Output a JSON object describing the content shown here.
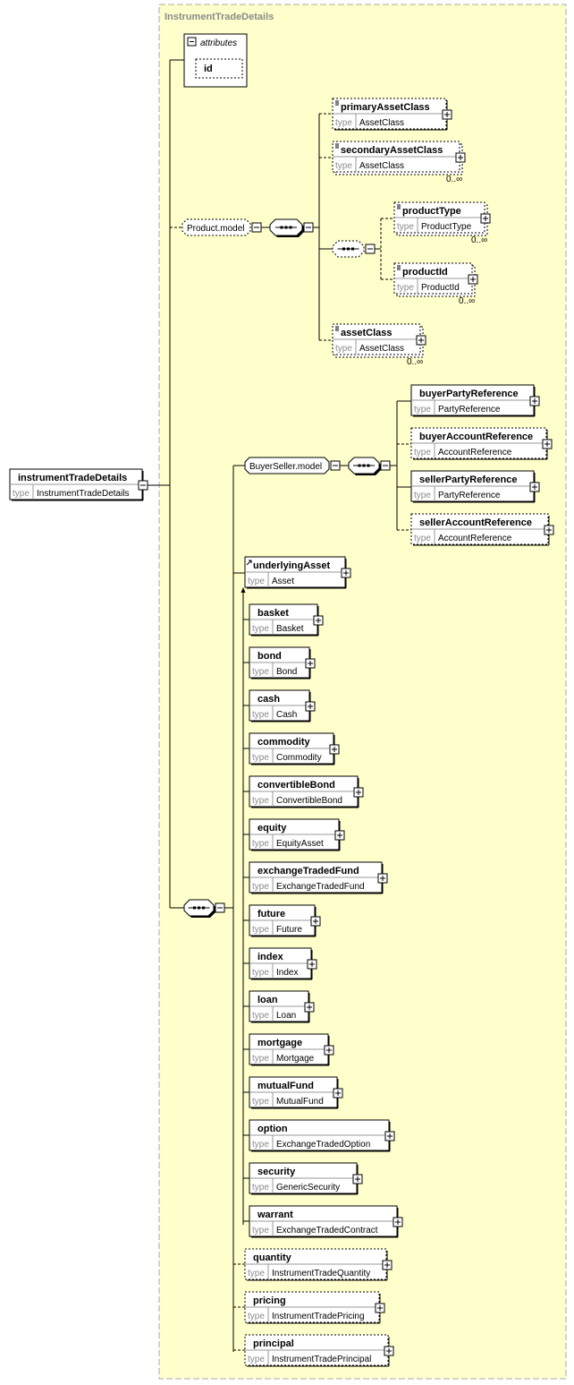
{
  "complex_type": {
    "name": "InstrumentTradeDetails"
  },
  "root": {
    "name": "instrumentTradeDetails",
    "type_key": "type",
    "type": "InstrumentTradeDetails"
  },
  "attributes_group": {
    "label": "attributes",
    "items": [
      "id"
    ]
  },
  "product_model": {
    "label": "Product.model",
    "elements": [
      {
        "name": "primaryAssetClass",
        "type_key": "type",
        "type": "AssetClass",
        "optional": true,
        "occurs": ""
      },
      {
        "name": "secondaryAssetClass",
        "type_key": "type",
        "type": "AssetClass",
        "optional": true,
        "occurs": "0..∞"
      },
      {
        "name": "productType",
        "type_key": "type",
        "type": "ProductType",
        "optional": true,
        "occurs": "0..∞"
      },
      {
        "name": "productId",
        "type_key": "type",
        "type": "ProductId",
        "optional": true,
        "occurs": "0..∞"
      },
      {
        "name": "assetClass",
        "type_key": "type",
        "type": "AssetClass",
        "optional": true,
        "occurs": "0..∞"
      }
    ]
  },
  "buyer_seller_model": {
    "label": "BuyerSeller.model",
    "elements": [
      {
        "name": "buyerPartyReference",
        "type_key": "type",
        "type": "PartyReference",
        "optional": false
      },
      {
        "name": "buyerAccountReference",
        "type_key": "type",
        "type": "AccountReference",
        "optional": true
      },
      {
        "name": "sellerPartyReference",
        "type_key": "type",
        "type": "PartyReference",
        "optional": false
      },
      {
        "name": "sellerAccountReference",
        "type_key": "type",
        "type": "AccountReference",
        "optional": true
      }
    ]
  },
  "underlying_asset": {
    "name": "underlyingAsset",
    "type_key": "type",
    "type": "Asset"
  },
  "substitutions": [
    {
      "name": "basket",
      "type_key": "type",
      "type": "Basket"
    },
    {
      "name": "bond",
      "type_key": "type",
      "type": "Bond"
    },
    {
      "name": "cash",
      "type_key": "type",
      "type": "Cash"
    },
    {
      "name": "commodity",
      "type_key": "type",
      "type": "Commodity"
    },
    {
      "name": "convertibleBond",
      "type_key": "type",
      "type": "ConvertibleBond"
    },
    {
      "name": "equity",
      "type_key": "type",
      "type": "EquityAsset"
    },
    {
      "name": "exchangeTradedFund",
      "type_key": "type",
      "type": "ExchangeTradedFund"
    },
    {
      "name": "future",
      "type_key": "type",
      "type": "Future"
    },
    {
      "name": "index",
      "type_key": "type",
      "type": "Index"
    },
    {
      "name": "loan",
      "type_key": "type",
      "type": "Loan"
    },
    {
      "name": "mortgage",
      "type_key": "type",
      "type": "Mortgage"
    },
    {
      "name": "mutualFund",
      "type_key": "type",
      "type": "MutualFund"
    },
    {
      "name": "option",
      "type_key": "type",
      "type": "ExchangeTradedOption"
    },
    {
      "name": "security",
      "type_key": "type",
      "type": "GenericSecurity"
    },
    {
      "name": "warrant",
      "type_key": "type",
      "type": "ExchangeTradedContract"
    }
  ],
  "trailing_elements": [
    {
      "name": "quantity",
      "type_key": "type",
      "type": "InstrumentTradeQuantity",
      "optional": true
    },
    {
      "name": "pricing",
      "type_key": "type",
      "type": "InstrumentTradePricing",
      "optional": true
    },
    {
      "name": "principal",
      "type_key": "type",
      "type": "InstrumentTradePrincipal",
      "optional": true
    }
  ],
  "colors": {
    "panel_fill": "#ffffcc",
    "panel_border": "#a9a9a9",
    "box_fill": "#ffffff",
    "line": "#000000",
    "muted_text": "#8a8a8a"
  }
}
